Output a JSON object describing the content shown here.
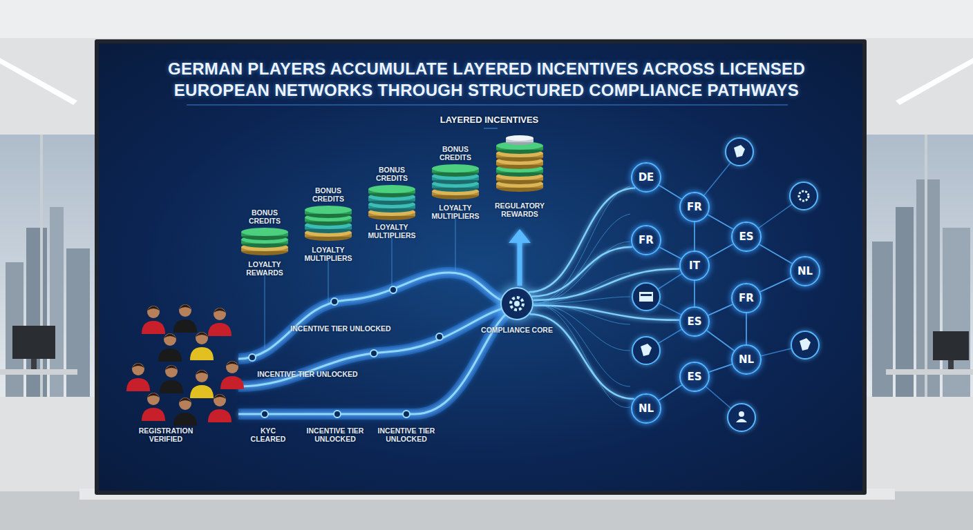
{
  "diagram": {
    "title": "GERMAN PLAYERS ACCUMULATE LAYERED INCENTIVES ACROSS LICENSED EUROPEAN NETWORKS THROUGH STRUCTURED COMPLIANCE PATHWAYS",
    "nodes": [
      {
        "text": [
          "COMPLIANCE CORE"
        ]
      },
      {
        "text": [
          "DE"
        ]
      },
      {
        "text": [
          "FR"
        ]
      },
      {
        "text": [
          "FR"
        ]
      },
      {
        "text": [
          "ES"
        ]
      },
      {
        "text": [
          "IT"
        ]
      },
      {
        "text": [
          "NL"
        ]
      },
      {
        "text": [
          "FR"
        ]
      },
      {
        "text": [
          "ES"
        ]
      },
      {
        "text": [
          "NL"
        ]
      },
      {
        "text": [
          "ES"
        ]
      },
      {
        "text": [
          "NL"
        ]
      }
    ],
    "edges": [
      {
        "from": 0,
        "to": 1,
        "arrow": "none"
      },
      {
        "from": 0,
        "to": 3,
        "arrow": "none"
      },
      {
        "from": 0,
        "to": 5,
        "arrow": "none"
      },
      {
        "from": 0,
        "to": 8,
        "arrow": "none"
      },
      {
        "from": 0,
        "to": 11,
        "arrow": "none"
      },
      {
        "from": 1,
        "to": 2,
        "arrow": "none"
      },
      {
        "from": 2,
        "to": 4,
        "arrow": "none"
      },
      {
        "from": 2,
        "to": 5,
        "arrow": "none"
      },
      {
        "from": 3,
        "to": 5,
        "arrow": "none"
      },
      {
        "from": 5,
        "to": 4,
        "arrow": "none"
      },
      {
        "from": 4,
        "to": 6,
        "arrow": "none"
      },
      {
        "from": 5,
        "to": 8,
        "arrow": "none"
      },
      {
        "from": 8,
        "to": 7,
        "arrow": "none"
      },
      {
        "from": 7,
        "to": 6,
        "arrow": "none"
      },
      {
        "from": 7,
        "to": 9,
        "arrow": "none"
      },
      {
        "from": 8,
        "to": 9,
        "arrow": "none"
      },
      {
        "from": 9,
        "to": 10,
        "arrow": "none"
      },
      {
        "from": 10,
        "to": 11,
        "arrow": "none"
      }
    ],
    "labels": [
      "LAYERED INCENTIVES",
      "BONUS CREDITS",
      "LOYALTY REWARDS",
      "BONUS CREDITS",
      "LOYALTY MULTIPLIERS",
      "BONUS CREDITS",
      "LOYALTY MULTIPLIERS",
      "BONUS CREDITS",
      "LOYALTY MULTIPLIERS",
      "REGULATORY REWARDS",
      "INCENTIVE TIER UNLOCKED",
      "INCENTIVE TIER UNLOCKED",
      "REGISTRATION VERIFIED",
      "KYC CLEARED",
      "INCENTIVE TIER UNLOCKED",
      "INCENTIVE TIER UNLOCKED"
    ]
  }
}
